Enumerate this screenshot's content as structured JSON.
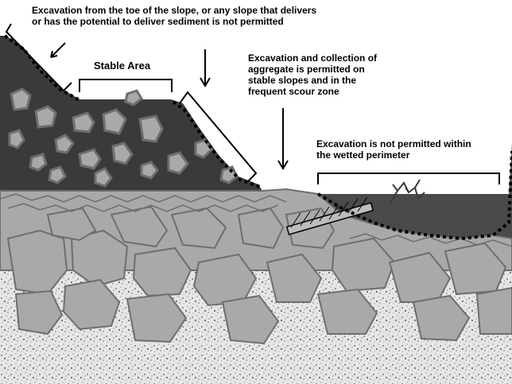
{
  "labels": {
    "excavation_toe": "Excavation from the toe of the slope, or any slope that delivers\nor has the potential to deliver sediment is not permitted",
    "stable_area": "Stable Area",
    "excavation_collection": "Excavation and collection of\naggregate is permitted on\nstable slopes and in the\nfrequent scour zone",
    "wetted_perimeter": "Excavation is not permitted within\nthe wetted perimeter"
  },
  "colors": {
    "bank_soil": "#3a3a3a",
    "rock": "#a9a9a9",
    "rock_outline": "#6e6e6e",
    "water": "#4a4a4a",
    "speckle_ground": "#d8d8d8",
    "ink": "#000000"
  }
}
